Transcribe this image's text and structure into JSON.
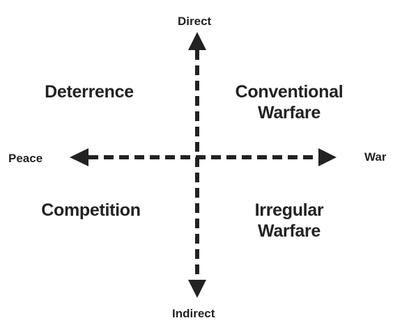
{
  "axes": {
    "top": "Direct",
    "bottom": "Indirect",
    "left": "Peace",
    "right": "War"
  },
  "quadrants": {
    "top_left": [
      "Deterrence"
    ],
    "top_right": [
      "Conventional",
      "Warfare"
    ],
    "bottom_left": [
      "Competition"
    ],
    "bottom_right": [
      "Irregular",
      "Warfare"
    ]
  },
  "colors": {
    "line": "#222222",
    "text": "#222222",
    "background": "#ffffff"
  }
}
